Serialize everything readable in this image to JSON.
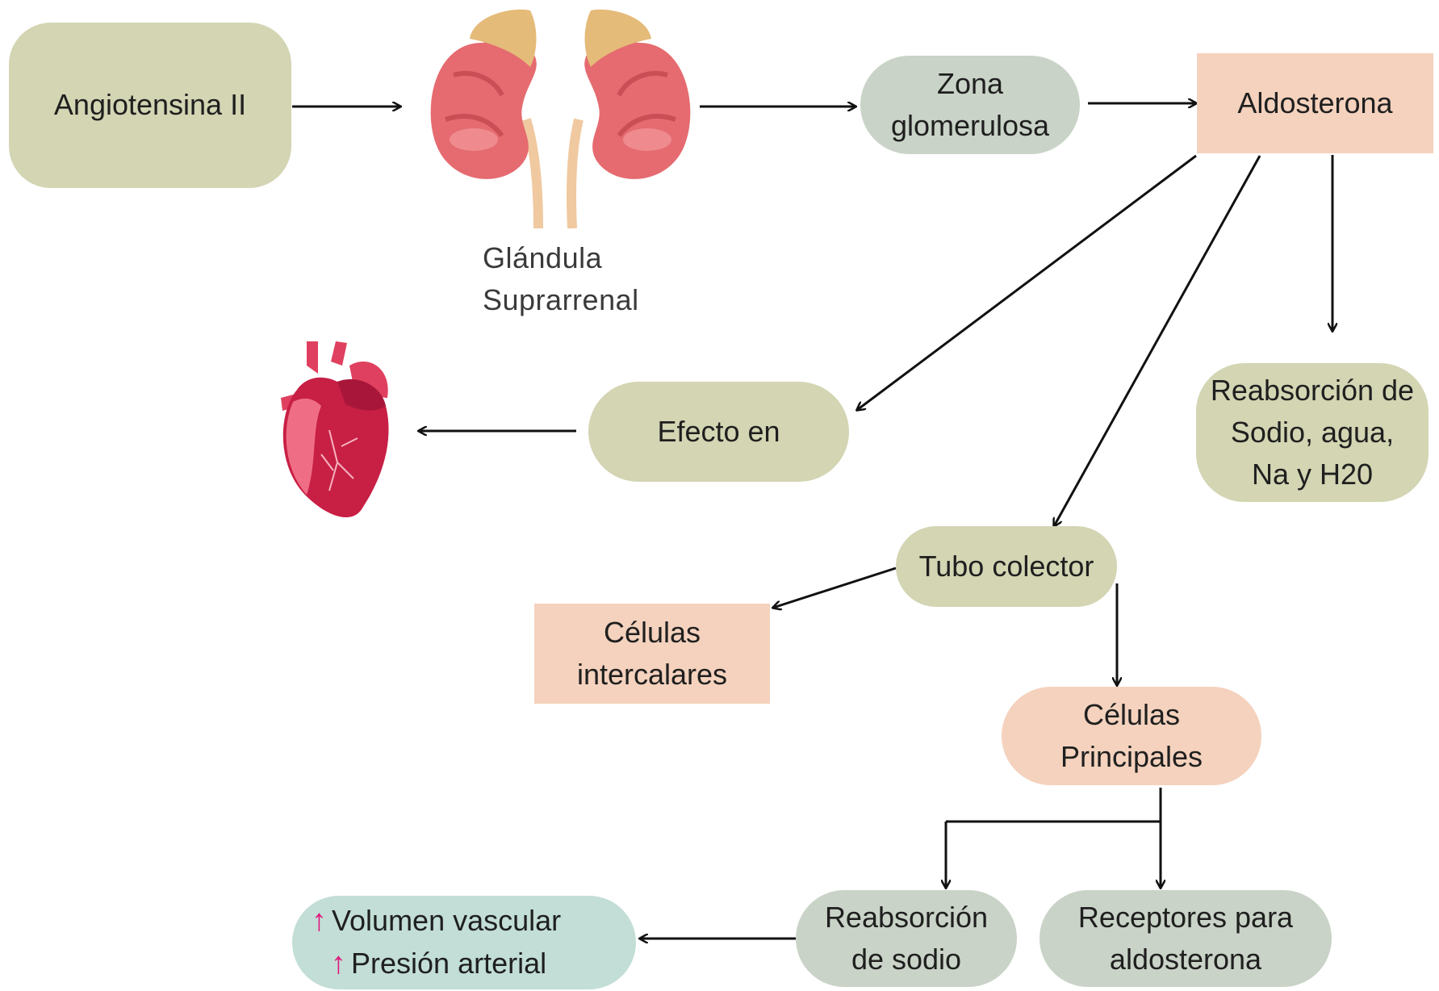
{
  "colors": {
    "olive": "#d3d5b3",
    "sage": "#c9d3c7",
    "peach": "#f4d2bd",
    "teal": "#c2ded6",
    "highlight_arrow": "#e0177d",
    "kidney": "#e56b70",
    "adrenal": "#e5bb7a",
    "heart": "#c81f45"
  },
  "nodes": {
    "angiotensina": "Angiotensina II",
    "zona": [
      "Zona",
      "glomerulosa"
    ],
    "aldosterona": "Aldosterona",
    "reabsorcion_sodio_agua": [
      "Reabsorción de",
      "Sodio, agua,",
      "Na y H20"
    ],
    "efecto": "Efecto en",
    "tubo": "Tubo colector",
    "celulas_intercalares": [
      "Células",
      "intercalares"
    ],
    "celulas_principales": [
      "Células",
      "Principales"
    ],
    "reabsorcion_sodio": [
      "Reabsorción",
      "de sodio"
    ],
    "receptores": [
      "Receptores para",
      "aldosterona"
    ],
    "resultado": [
      "Volumen vascular",
      "Presión arterial"
    ],
    "resultado_icon": "↑"
  },
  "images": {
    "caption": [
      "Glándula",
      "Suprarrenal"
    ],
    "kidney_icon": "adrenal-gland-icon",
    "heart_icon": "heart-icon"
  }
}
